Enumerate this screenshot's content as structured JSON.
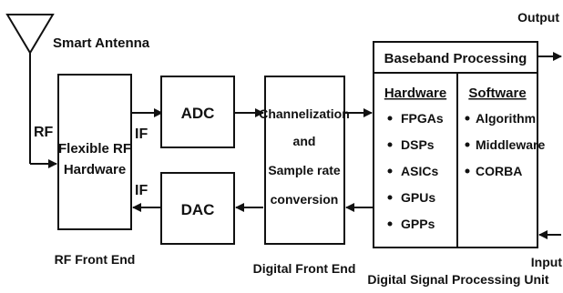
{
  "antenna": {
    "label": "Smart Antenna"
  },
  "signals": {
    "rf": "RF",
    "if_top": "IF",
    "if_bottom": "IF",
    "output": "Output",
    "input": "Input"
  },
  "rf_hardware": {
    "line1": "Flexible RF",
    "line2": "Hardware"
  },
  "adc": {
    "label": "ADC"
  },
  "dac": {
    "label": "DAC"
  },
  "dfe_block": {
    "line1": "Channelization",
    "line2": "and",
    "line3": "Sample rate",
    "line4": "conversion"
  },
  "baseband": {
    "title": "Baseband Processing",
    "hardware": {
      "heading": "Hardware",
      "items": [
        "FPGAs",
        "DSPs",
        "ASICs",
        "GPUs",
        "GPPs"
      ]
    },
    "software": {
      "heading": "Software",
      "items": [
        "Algorithm",
        "Middleware",
        "CORBA"
      ]
    }
  },
  "captions": {
    "rf_front_end": "RF Front End",
    "digital_front_end": "Digital Front End",
    "dsp_unit": "Digital Signal Processing Unit"
  }
}
